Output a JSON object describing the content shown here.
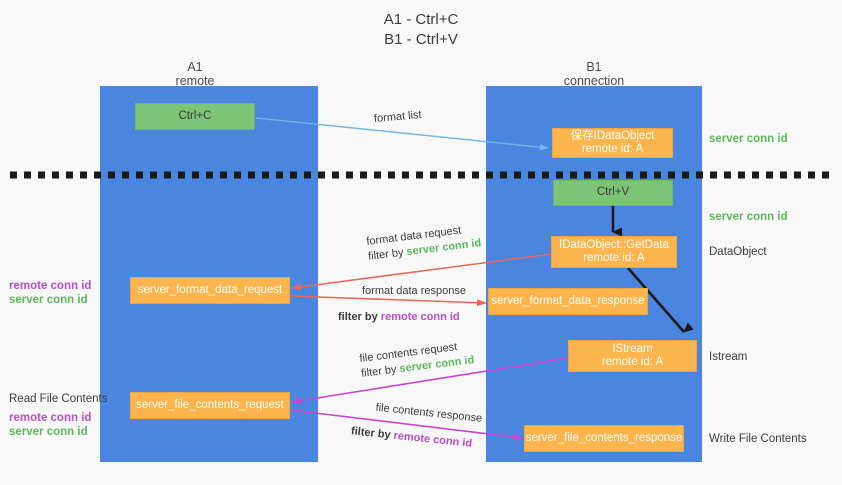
{
  "title": {
    "line1": "A1 - Ctrl+C",
    "line2": "B1 - Ctrl+V"
  },
  "columns": [
    {
      "name": "A1",
      "sub": "remote"
    },
    {
      "name": "B1",
      "sub": "connection"
    }
  ],
  "boxes": {
    "ctrl_c": "Ctrl+C",
    "ctrl_v": "Ctrl+V",
    "save_dataobject_l1": "保存IDataObject",
    "save_dataobject_l2": "remote id: A",
    "getdata_l1": "IDataObject::GetData",
    "getdata_l2": "remote id: A",
    "istream_l1": "IStream",
    "istream_l2": "remote id: A",
    "server_format_data_request": "server_format_data_request",
    "server_format_data_response": "server_format_data_response",
    "server_file_contents_request": "server_file_contents_request",
    "server_file_contents_response": "server_file_contents_response"
  },
  "right_labels": {
    "server_conn_id_top": "server conn id",
    "server_conn_id_mid": "server conn id",
    "dataobject": "DataObject",
    "istream": "Istream",
    "write_file_contents": "Write File Contents"
  },
  "left_labels": {
    "remote_conn_id_1": "remote conn id",
    "server_conn_id_1": "server conn id",
    "read_file_contents": "Read File Contents",
    "remote_conn_id_2": "remote conn id",
    "server_conn_id_2": "server conn id"
  },
  "edges": {
    "format_list": "format list",
    "format_data_request": "format data request",
    "format_data_request_filter_prefix": "filter by ",
    "format_data_request_filter_value": "server conn id",
    "format_data_response": "format data response",
    "format_data_response_filter_prefix": "filter by ",
    "format_data_response_filter_value": "remote conn id",
    "file_contents_request": "file contents request",
    "file_contents_request_filter_prefix": "filter by ",
    "file_contents_request_filter_value": "server conn id",
    "file_contents_response": "file contents response",
    "file_contents_response_filter_prefix": "filter by ",
    "file_contents_response_filter_value": "remote conn id"
  },
  "colors": {
    "lane": "#4a86e0",
    "green_box": "#7cc576",
    "orange_box": "#fcb44d",
    "green_text": "#5cb85c",
    "purple_text": "#b64ec8",
    "arrow_blue": "#6fb4e8",
    "arrow_red": "#e8685a",
    "arrow_magenta": "#cc44cc",
    "arrow_black": "#1a1a1a",
    "background": "#f8f8f8"
  }
}
